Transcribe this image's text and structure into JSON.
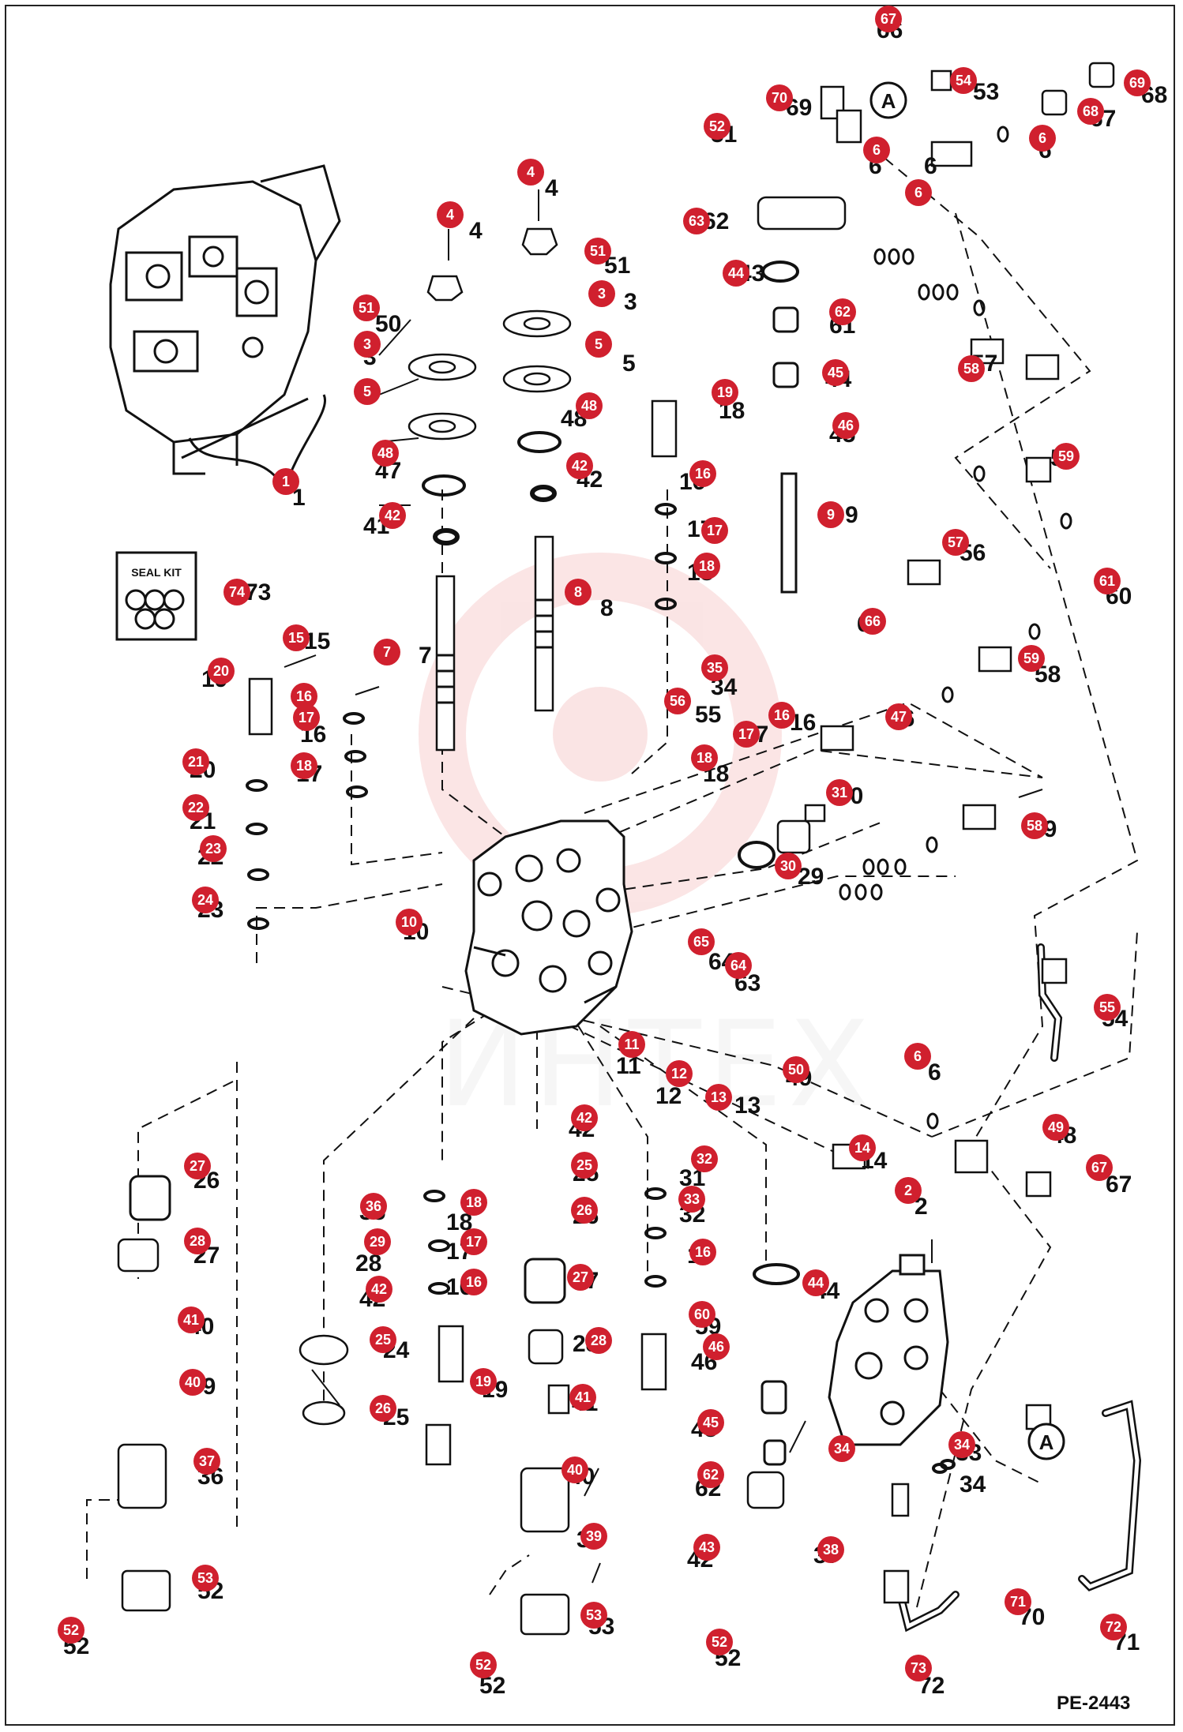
{
  "figure": {
    "code": "PE-2443",
    "watermark": "ИНТЕХ",
    "seal_kit_label": "SEAL KIT",
    "view_marker": "A",
    "accent": "#d0202e"
  },
  "callouts": [
    {
      "n": "1"
    },
    {
      "n": "2"
    },
    {
      "n": "3"
    },
    {
      "n": "3"
    },
    {
      "n": "4"
    },
    {
      "n": "4"
    },
    {
      "n": "5"
    },
    {
      "n": "5"
    },
    {
      "n": "6"
    },
    {
      "n": "6"
    },
    {
      "n": "6"
    },
    {
      "n": "6"
    },
    {
      "n": "7"
    },
    {
      "n": "8"
    },
    {
      "n": "9"
    },
    {
      "n": "10"
    },
    {
      "n": "11"
    },
    {
      "n": "12"
    },
    {
      "n": "13"
    },
    {
      "n": "14"
    },
    {
      "n": "15"
    },
    {
      "n": "16"
    },
    {
      "n": "16"
    },
    {
      "n": "16"
    },
    {
      "n": "16"
    },
    {
      "n": "16"
    },
    {
      "n": "17"
    },
    {
      "n": "17"
    },
    {
      "n": "17"
    },
    {
      "n": "17"
    },
    {
      "n": "18"
    },
    {
      "n": "18"
    },
    {
      "n": "18"
    },
    {
      "n": "18"
    },
    {
      "n": "19"
    },
    {
      "n": "19"
    },
    {
      "n": "20"
    },
    {
      "n": "21"
    },
    {
      "n": "22"
    },
    {
      "n": "23"
    },
    {
      "n": "24"
    },
    {
      "n": "25"
    },
    {
      "n": "25"
    },
    {
      "n": "26"
    },
    {
      "n": "26"
    },
    {
      "n": "27"
    },
    {
      "n": "27"
    },
    {
      "n": "28"
    },
    {
      "n": "28"
    },
    {
      "n": "29"
    },
    {
      "n": "30"
    },
    {
      "n": "31"
    },
    {
      "n": "32"
    },
    {
      "n": "33"
    },
    {
      "n": "34"
    },
    {
      "n": "34"
    },
    {
      "n": "35"
    },
    {
      "n": "36"
    },
    {
      "n": "37"
    },
    {
      "n": "38"
    },
    {
      "n": "39"
    },
    {
      "n": "40"
    },
    {
      "n": "40"
    },
    {
      "n": "41"
    },
    {
      "n": "41"
    },
    {
      "n": "42"
    },
    {
      "n": "42"
    },
    {
      "n": "42"
    },
    {
      "n": "42"
    },
    {
      "n": "43"
    },
    {
      "n": "44"
    },
    {
      "n": "44"
    },
    {
      "n": "45"
    },
    {
      "n": "45"
    },
    {
      "n": "46"
    },
    {
      "n": "46"
    },
    {
      "n": "47"
    },
    {
      "n": "48"
    },
    {
      "n": "48"
    },
    {
      "n": "49"
    },
    {
      "n": "50"
    },
    {
      "n": "51"
    },
    {
      "n": "51"
    },
    {
      "n": "52"
    },
    {
      "n": "52"
    },
    {
      "n": "52"
    },
    {
      "n": "52"
    },
    {
      "n": "53"
    },
    {
      "n": "53"
    },
    {
      "n": "54"
    },
    {
      "n": "55"
    },
    {
      "n": "56"
    },
    {
      "n": "57"
    },
    {
      "n": "58"
    },
    {
      "n": "58"
    },
    {
      "n": "59"
    },
    {
      "n": "59"
    },
    {
      "n": "60"
    },
    {
      "n": "61"
    },
    {
      "n": "62"
    },
    {
      "n": "62"
    },
    {
      "n": "63"
    },
    {
      "n": "64"
    },
    {
      "n": "65"
    },
    {
      "n": "66"
    },
    {
      "n": "67"
    },
    {
      "n": "67"
    },
    {
      "n": "68"
    },
    {
      "n": "69"
    },
    {
      "n": "70"
    },
    {
      "n": "71"
    },
    {
      "n": "72"
    },
    {
      "n": "73"
    },
    {
      "n": "74"
    }
  ],
  "part_numbers": [
    "1",
    "2",
    "3",
    "3",
    "4",
    "4",
    "5",
    "5",
    "6",
    "6",
    "6",
    "6",
    "7",
    "8",
    "9",
    "10",
    "11",
    "12",
    "13",
    "14",
    "15",
    "16",
    "16",
    "16",
    "16",
    "16",
    "17",
    "17",
    "17",
    "17",
    "18",
    "18",
    "18",
    "18",
    "19",
    "19",
    "20",
    "21",
    "22",
    "23",
    "24",
    "25",
    "25",
    "26",
    "26",
    "27",
    "27",
    "28",
    "28",
    "29",
    "30",
    "31",
    "32",
    "33",
    "34",
    "34",
    "35",
    "36",
    "37",
    "38",
    "39",
    "40",
    "40",
    "41",
    "41",
    "42",
    "42",
    "42",
    "42",
    "43",
    "44",
    "44",
    "45",
    "45",
    "46",
    "46",
    "47",
    "48",
    "48",
    "49",
    "50",
    "51",
    "51",
    "52",
    "52",
    "52",
    "52",
    "53",
    "53",
    "54",
    "55",
    "56",
    "57",
    "58",
    "58",
    "59",
    "59",
    "60",
    "61",
    "62",
    "62",
    "63",
    "64",
    "65",
    "66",
    "67",
    "67",
    "68",
    "69",
    "70",
    "71",
    "72",
    "73",
    "74"
  ]
}
